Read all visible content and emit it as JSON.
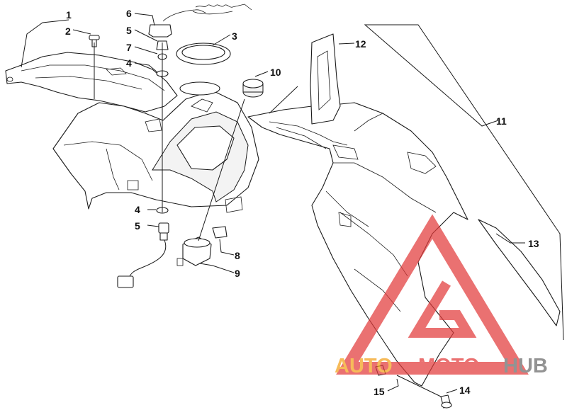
{
  "callouts": {
    "c1": "1",
    "c2": "2",
    "c3": "3",
    "c4a": "4",
    "c4b": "4",
    "c5a": "5",
    "c5b": "5",
    "c6": "6",
    "c7": "7",
    "c8": "8",
    "c9": "9",
    "c10": "10",
    "c11": "11",
    "c12": "12",
    "c13": "13",
    "c14": "14",
    "c15": "15"
  },
  "watermark": {
    "auto": "AUTO",
    "moto": "MOTO",
    "hub": "HUB",
    "icon": "triangle-logo-icon",
    "colors": {
      "red": "#e23b3b",
      "orange": "#f3a21b",
      "gray": "#6a6a6a"
    }
  }
}
